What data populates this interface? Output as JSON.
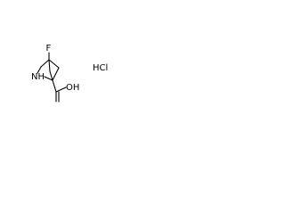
{
  "molecule": {
    "atoms": {
      "fluorine": "F",
      "amine": "NH",
      "hydroxyl": "OH"
    },
    "salt": "HCl"
  },
  "colors": {
    "bond": "#000000",
    "background": "#ffffff"
  }
}
